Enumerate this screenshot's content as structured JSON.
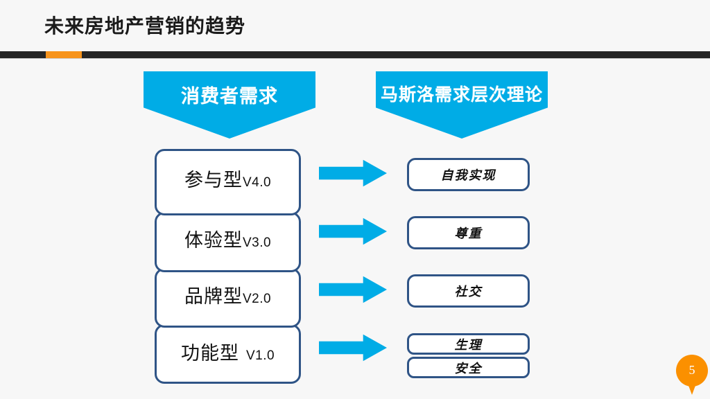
{
  "header": {
    "title": "未来房地产营销的趋势",
    "accent_color": "#f7941d",
    "bar_color": "#262626"
  },
  "banners": {
    "left": {
      "label": "消费者需求",
      "color": "#00ace6"
    },
    "right": {
      "label": "马斯洛需求层次理论",
      "color": "#00ace6"
    }
  },
  "left_column": {
    "border_color": "#2f5486",
    "items": [
      {
        "name": "参与型",
        "version": "V4.0"
      },
      {
        "name": "体验型",
        "version": "V3.0"
      },
      {
        "name": "品牌型",
        "version": "V2.0"
      },
      {
        "name": "功能型",
        "version": "V1.0"
      }
    ]
  },
  "right_column": {
    "border_color": "#2f5486",
    "items": [
      {
        "label": "自我实现"
      },
      {
        "label": "尊重"
      },
      {
        "label": "社交"
      },
      {
        "label": "生理"
      },
      {
        "label": "安全"
      }
    ]
  },
  "arrows": {
    "color": "#00ace6",
    "count": 4,
    "icon": "right-arrow-icon"
  },
  "page_marker": {
    "number": "5",
    "color": "#fb9000",
    "icon": "map-pin-icon"
  }
}
